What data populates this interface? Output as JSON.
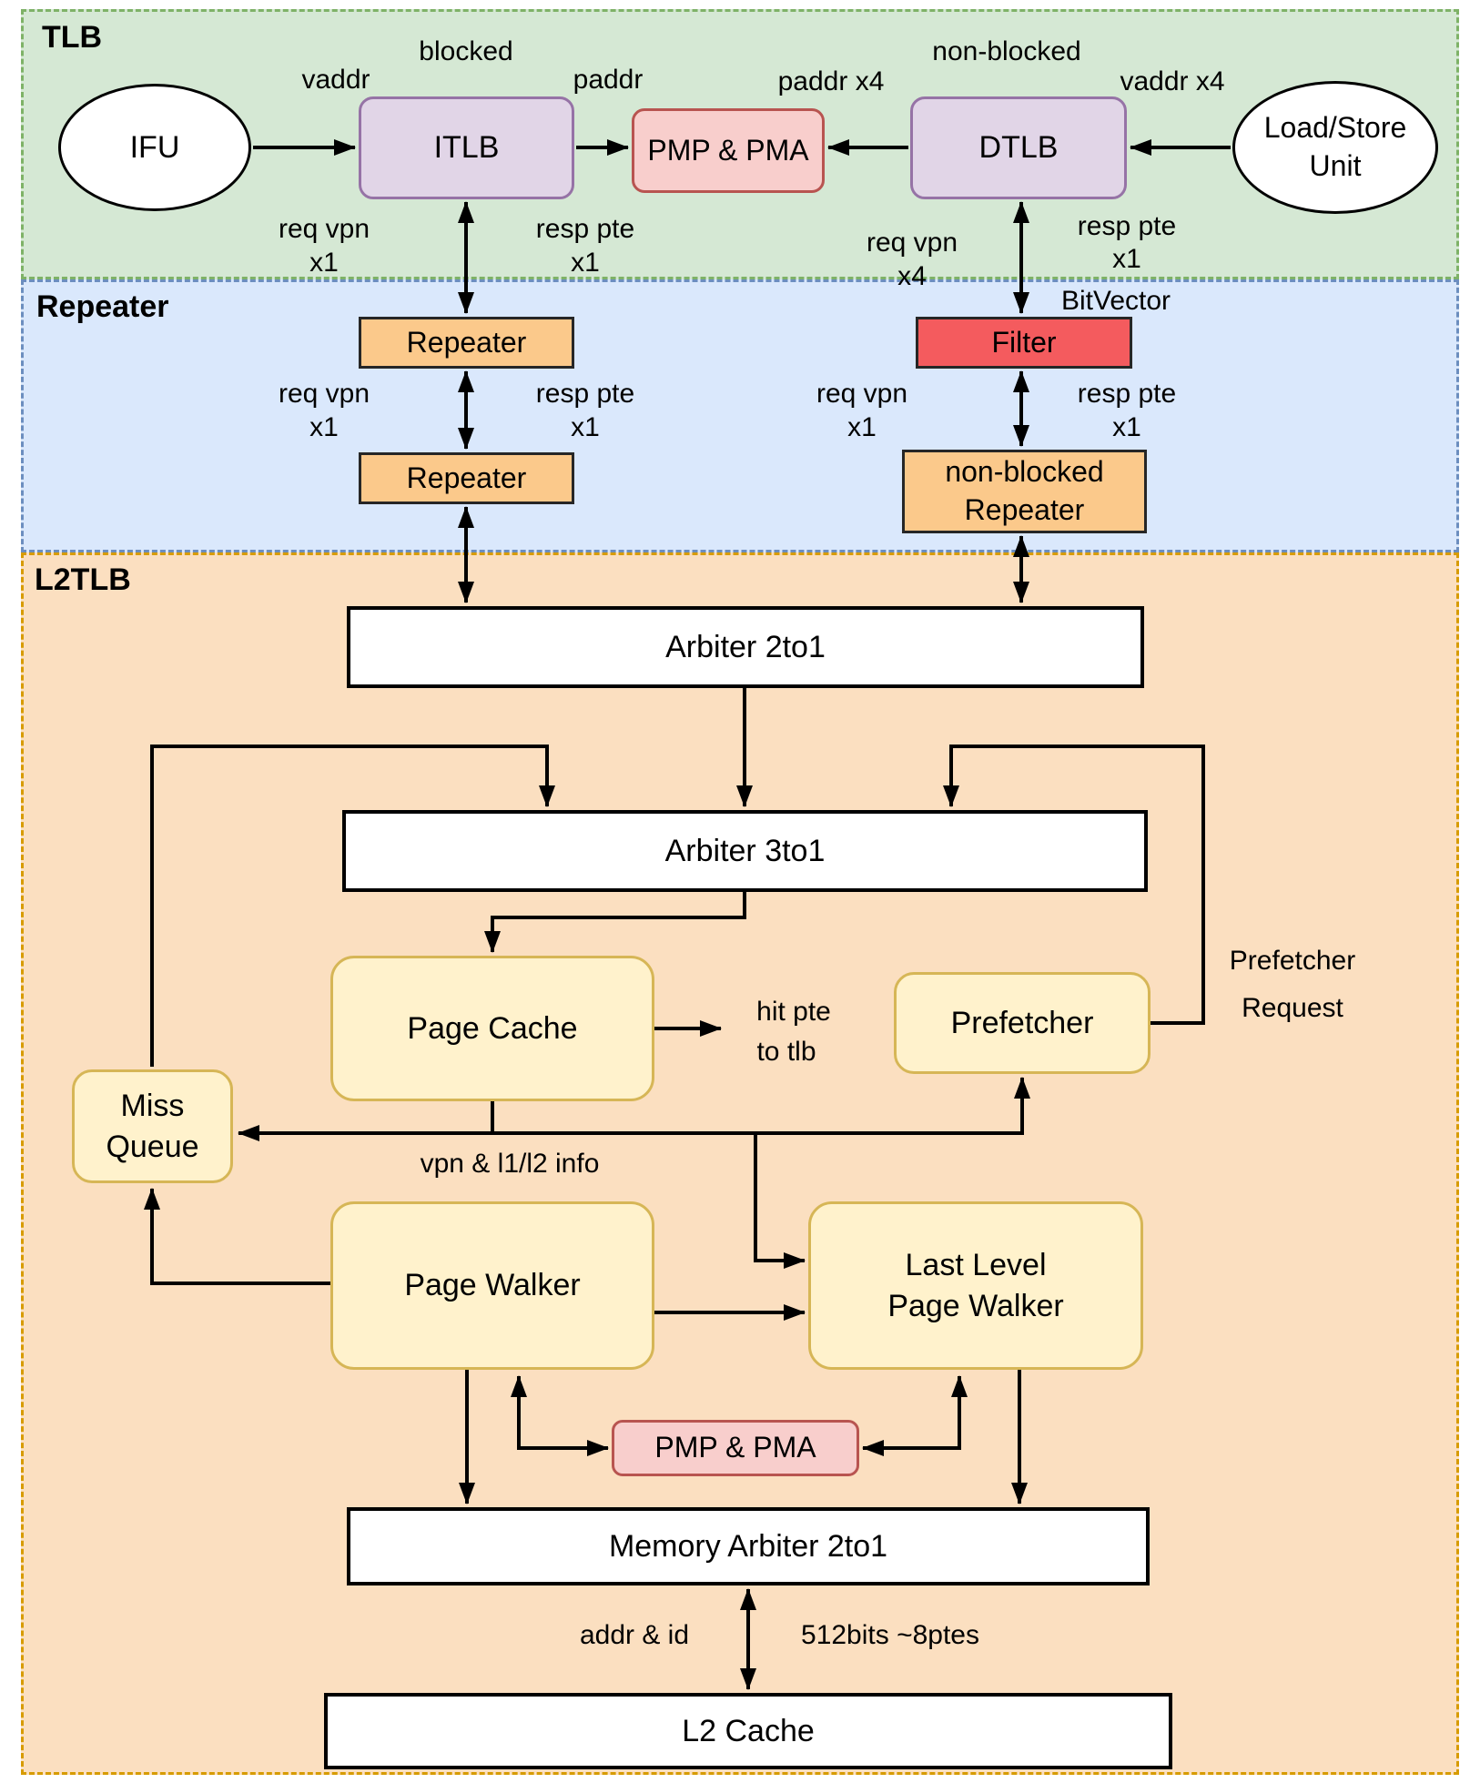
{
  "regions": {
    "tlb": {
      "title": "TLB"
    },
    "repeater": {
      "title": "Repeater"
    },
    "l2tlb": {
      "title": "L2TLB"
    }
  },
  "nodes": {
    "ifu": {
      "label": "IFU"
    },
    "itlb": {
      "label": "ITLB"
    },
    "pmp_pma_top": {
      "label": "PMP & PMA"
    },
    "dtlb": {
      "label": "DTLB"
    },
    "load_store_unit": {
      "line1": "Load/Store",
      "line2": "Unit"
    },
    "repeater_itlb_1": {
      "label": "Repeater"
    },
    "repeater_itlb_2": {
      "label": "Repeater"
    },
    "filter": {
      "label": "Filter"
    },
    "nonblocked_repeater": {
      "line1": "non-blocked",
      "line2": "Repeater"
    },
    "arbiter_2to1": {
      "label": "Arbiter 2to1"
    },
    "arbiter_3to1": {
      "label": "Arbiter 3to1"
    },
    "page_cache": {
      "label": "Page Cache"
    },
    "prefetcher": {
      "label": "Prefetcher"
    },
    "miss_queue": {
      "line1": "Miss",
      "line2": "Queue"
    },
    "page_walker": {
      "label": "Page Walker"
    },
    "last_level_page_walker": {
      "line1": "Last Level",
      "line2": "Page Walker"
    },
    "pmp_pma_bottom": {
      "label": "PMP & PMA"
    },
    "memory_arbiter": {
      "label": "Memory Arbiter 2to1"
    },
    "l2_cache": {
      "label": "L2 Cache"
    }
  },
  "edge_labels": {
    "vaddr": "vaddr",
    "blocked": "blocked",
    "paddr": "paddr",
    "paddr_x4": "paddr x4",
    "non_blocked": "non-blocked",
    "vaddr_x4": "vaddr x4",
    "req_vpn": "req vpn",
    "resp_pte": "resp pte",
    "x1": "x1",
    "x4": "x4",
    "bitvector": "BitVector",
    "hit_pte_line1": "hit pte",
    "hit_pte_line2": "to tlb",
    "vpn_info": "vpn & l1/l2 info",
    "prefetcher_request_line1": "Prefetcher",
    "prefetcher_request_line2": "Request",
    "addr_id": "addr & id",
    "bits_ptes": "512bits ~8ptes"
  },
  "colors": {
    "tlb-fill": "#d5e8d4",
    "tlb-border": "#7eb267",
    "repeater-fill": "#dae8fc",
    "repeater-border": "#6c8ebf",
    "l2tlb-fill": "#fbdfc0",
    "l2tlb-border": "#d79b00",
    "purple-fill": "#e1d5e7",
    "purple-border": "#9673a6",
    "pink-fill": "#f8cecc",
    "pink-border": "#b85450",
    "orange-fill": "#fbc98b",
    "orange-border": "#262626",
    "red-fill": "#f45b5e",
    "yellow-fill": "#fff2cc",
    "yellow-border": "#d6b656",
    "white-fill": "#ffffff",
    "line": "#000000"
  }
}
